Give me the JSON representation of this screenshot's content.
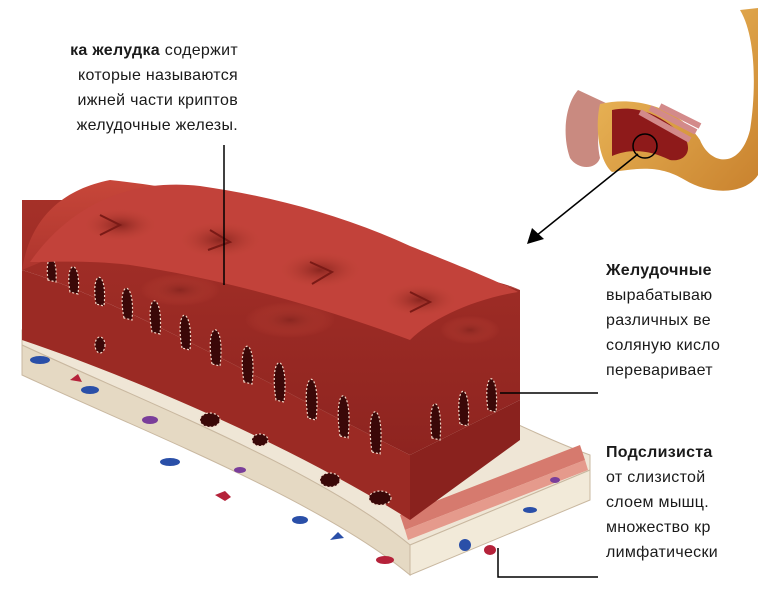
{
  "caption_top": {
    "line1_bold": "ка желудка",
    "line1_rest": " содержит",
    "line2": "которые называются",
    "line3": "ижней части криптов",
    "line4": "желудочные железы."
  },
  "caption_glands": {
    "title": "Желудочные",
    "line2": "вырабатываю",
    "line3": "различных ве",
    "line4": "соляную кисло",
    "line5": "переваривает"
  },
  "caption_sub": {
    "title": "Подслизиста",
    "line2": "от слизистой",
    "line3": "слоем мышц.",
    "line4": "множество кр",
    "line5": "лимфатически"
  },
  "colors": {
    "mucosa": "#b8352c",
    "mucosa_dark": "#7a1a16",
    "submucosa": "#efe6d6",
    "stomach": "#e3a34a",
    "vessel_blue": "#2a4fa8",
    "vessel_red": "#b5223a",
    "vessel_purple": "#7a3e9a"
  },
  "icons": [
    "stomach-illustration",
    "arrow-pointer",
    "tissue-block"
  ]
}
